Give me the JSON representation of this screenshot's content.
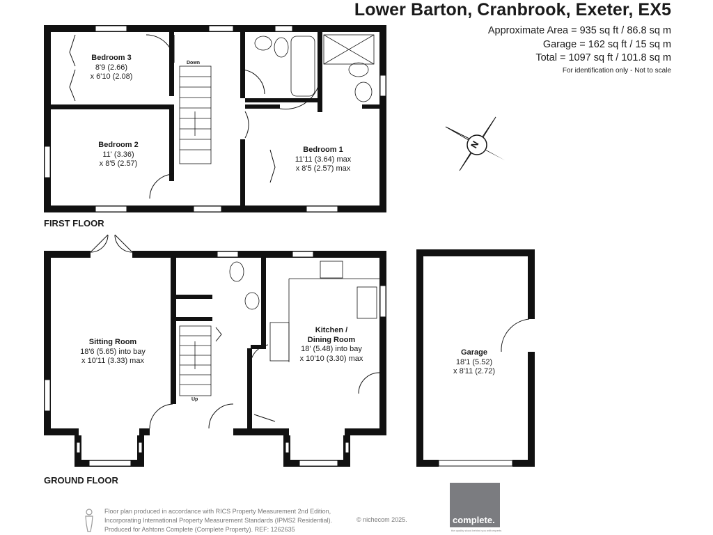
{
  "header": {
    "title": "Lower Barton, Cranbrook, Exeter, EX5",
    "area_lines": [
      "Approximate Area = 935 sq ft / 86.8 sq m",
      "Garage = 162 sq ft / 15 sq m",
      "Total = 1097 sq ft / 101.8 sq m"
    ],
    "note": "For identification only - Not to scale"
  },
  "floors": {
    "first": "FIRST FLOOR",
    "ground": "GROUND FLOOR"
  },
  "rooms": {
    "bedroom3": {
      "name": "Bedroom 3",
      "dim1": "8'9 (2.66)",
      "dim2": "x 6'10 (2.08)"
    },
    "bedroom2": {
      "name": "Bedroom 2",
      "dim1": "11' (3.36)",
      "dim2": "x 8'5 (2.57)"
    },
    "bedroom1": {
      "name": "Bedroom 1",
      "dim1": "11'11 (3.64) max",
      "dim2": "x 8'5 (2.57) max"
    },
    "sitting": {
      "name": "Sitting Room",
      "dim1": "18'6 (5.65) into bay",
      "dim2": "x 10'11 (3.33) max"
    },
    "kitchen": {
      "name": "Kitchen /",
      "name2": "Dining Room",
      "dim1": "18' (5.48) into bay",
      "dim2": "x 10'10 (3.30) max"
    },
    "garage": {
      "name": "Garage",
      "dim1": "18'1 (5.52)",
      "dim2": "x 8'11 (2.72)"
    }
  },
  "stairs": {
    "down": "Down",
    "up": "Up"
  },
  "compass": {
    "letter": "N"
  },
  "footer": {
    "lines": [
      "Floor plan produced in accordance with RICS Property Measurement 2nd Edition,",
      "Incorporating International Property Measurement Standards (IPMS2 Residential).",
      "Produced for Ashtons Complete (Complete Property).   REF: 1262635"
    ],
    "copyright": "© nichecom 2025.",
    "brand": "complete.",
    "brand_tag": "the quality stood behind you with experts"
  }
}
